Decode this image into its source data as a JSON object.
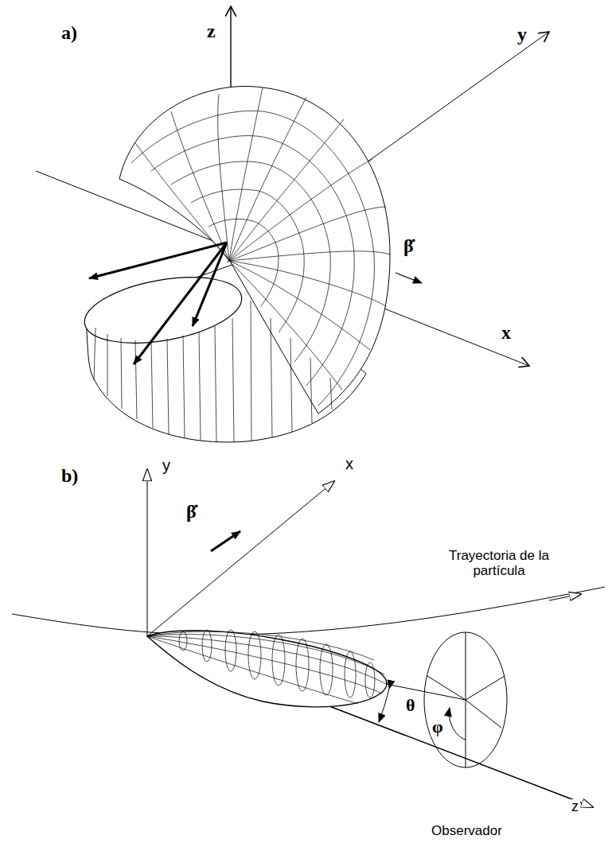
{
  "diagram": {
    "labels": [
      "a)",
      "z",
      "y",
      "β̇",
      "x",
      "b)",
      "y",
      "x",
      "β̇",
      "Trayectoria de la partícula",
      "θ",
      "φ",
      "z",
      "Observador"
    ]
  }
}
